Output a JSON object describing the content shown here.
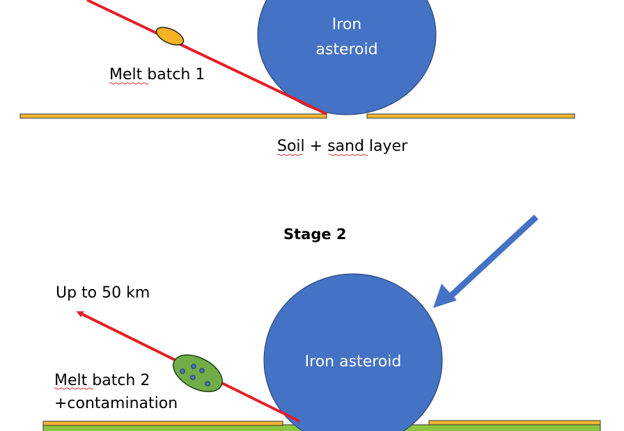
{
  "colors": {
    "asteroid": "#4472C4",
    "trajectory": "#E41E26",
    "soil_layer": "#F2B632",
    "ground": "#8CC63F",
    "melt_batch_1": "#F5B323",
    "melt_batch_2": "#70AD47",
    "inclusion": "#4472C4",
    "impact_arrow": "#4472C4"
  },
  "stage1": {
    "asteroid_label_line1": "Iron",
    "asteroid_label_line2": "asteroid",
    "melt_label": "Melt batch 1",
    "layer_label": "Soil + sand layer"
  },
  "stage2": {
    "title": "Stage 2",
    "altitude_label": "Up to 50 km",
    "asteroid_label": "Iron asteroid",
    "melt_label_line1": "Melt batch 2",
    "melt_label_line2": "+contamination"
  }
}
